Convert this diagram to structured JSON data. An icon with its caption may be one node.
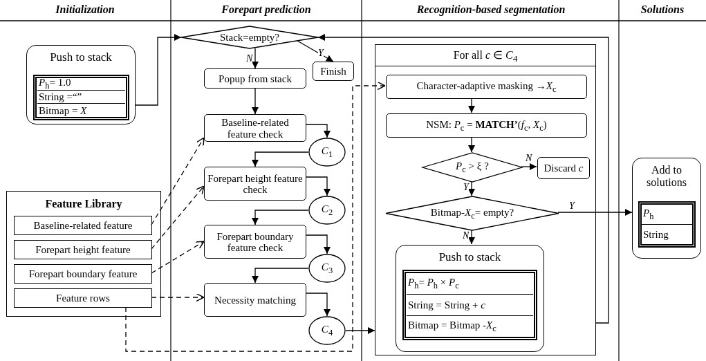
{
  "diagram": {
    "nodes": [
      {
        "text": [
          "Push to stack"
        ]
      },
      {
        "text": [
          "*P*$_{h}$= 1.0"
        ],
        "in": 0
      },
      {
        "text": [
          "String =“”"
        ],
        "in": 0
      },
      {
        "text": [
          "Bitmap = *X*"
        ],
        "in": 0
      },
      {
        "text": [
          "Feature Library"
        ]
      },
      {
        "text": [
          "Baseline-related feature"
        ],
        "in": 4
      },
      {
        "text": [
          "Forepart height feature"
        ],
        "in": 4
      },
      {
        "text": [
          "Forepart boundary feature"
        ],
        "in": 4
      },
      {
        "text": [
          "Feature rows"
        ],
        "in": 4
      },
      {
        "text": [
          "Stack=empty?"
        ]
      },
      {
        "text": [
          "Popup from stack"
        ]
      },
      {
        "text": [
          "Finish"
        ]
      },
      {
        "text": [
          "Baseline-related feature check"
        ]
      },
      {
        "text": [
          "*C*$_{1}$"
        ]
      },
      {
        "text": [
          "Forepart height feature check"
        ]
      },
      {
        "text": [
          "*C*$_{2}$"
        ]
      },
      {
        "text": [
          "Forepart boundary feature check"
        ]
      },
      {
        "text": [
          "*C*$_{3}$"
        ]
      },
      {
        "text": [
          "Necessity matching"
        ]
      },
      {
        "text": [
          "*C*$_{4}$"
        ]
      },
      {
        "text": [
          "For all *c* ∈ *C*$_{4}$"
        ]
      },
      {
        "text": [
          "Character-adaptive masking →*X*$_{c}$"
        ],
        "in": 20
      },
      {
        "text": [
          "NSM: *P*$_{c}$ = **MATCH’**(*f*$_{c}$, *X*$_{c}$)"
        ],
        "in": 20
      },
      {
        "text": [
          "*P*$_{c}$ > ξ ?"
        ],
        "in": 20
      },
      {
        "text": [
          "Discard *c*"
        ],
        "in": 20
      },
      {
        "text": [
          "Bitmap-*X*$_{c}$= empty?"
        ],
        "in": 20
      },
      {
        "text": [
          "Push to stack"
        ],
        "in": 20
      },
      {
        "text": [
          "*P*$_{h}$= *P*$_{h}$ × *P*$_{c}$"
        ],
        "in": 26
      },
      {
        "text": [
          "String = String + *c*"
        ],
        "in": 26
      },
      {
        "text": [
          "Bitmap = Bitmap -*X*$_{c}$"
        ],
        "in": 26
      },
      {
        "text": [
          "Add to solutions"
        ]
      },
      {
        "text": [
          "*P*$_{h}$"
        ],
        "in": 30
      },
      {
        "text": [
          "String"
        ],
        "in": 30
      }
    ],
    "edges": [
      {
        "from": 0,
        "to": 9,
        "arrow": "to"
      },
      {
        "from": 9,
        "to": 10,
        "arrow": "to",
        "label": "N"
      },
      {
        "from": 9,
        "to": 11,
        "arrow": "to",
        "label": "Y"
      },
      {
        "from": 10,
        "to": 12,
        "arrow": "to"
      },
      {
        "from": 12,
        "to": 13,
        "arrow": "to"
      },
      {
        "from": 13,
        "to": 14,
        "arrow": "to"
      },
      {
        "from": 14,
        "to": 15,
        "arrow": "to"
      },
      {
        "from": 15,
        "to": 16,
        "arrow": "to"
      },
      {
        "from": 16,
        "to": 17,
        "arrow": "to"
      },
      {
        "from": 17,
        "to": 18,
        "arrow": "to"
      },
      {
        "from": 18,
        "to": 19,
        "arrow": "to"
      },
      {
        "from": 19,
        "to": 20,
        "arrow": "to"
      },
      {
        "from": 20,
        "to": 9,
        "arrow": "to"
      },
      {
        "from": 5,
        "to": 12,
        "arrow": "to",
        "style": "dashed"
      },
      {
        "from": 6,
        "to": 14,
        "arrow": "to",
        "style": "dashed"
      },
      {
        "from": 7,
        "to": 16,
        "arrow": "to",
        "style": "dashed"
      },
      {
        "from": 8,
        "to": 18,
        "arrow": "to",
        "style": "dashed"
      },
      {
        "from": 8,
        "to": 21,
        "arrow": "to",
        "style": "dashed"
      },
      {
        "from": 21,
        "to": 22,
        "arrow": "to"
      },
      {
        "from": 22,
        "to": 23,
        "arrow": "to"
      },
      {
        "from": 23,
        "to": 24,
        "arrow": "to",
        "label": "N"
      },
      {
        "from": 23,
        "to": 25,
        "arrow": "to",
        "label": "Y"
      },
      {
        "from": 25,
        "to": 26,
        "arrow": "to",
        "label": "N"
      },
      {
        "from": 25,
        "to": 30,
        "arrow": "to",
        "label": "Y"
      }
    ],
    "labels": [
      "Initialization",
      "Forepart prediction",
      "Recognition-based segmentation",
      "Solutions"
    ]
  }
}
